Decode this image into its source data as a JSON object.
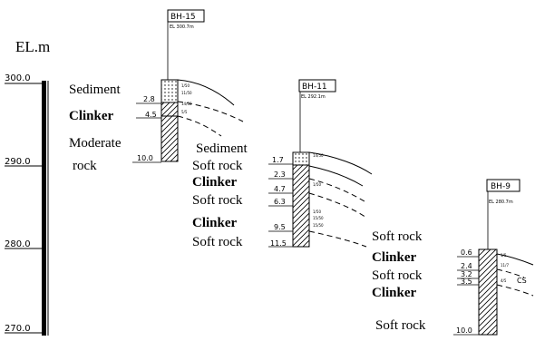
{
  "axis": {
    "title": "EL.m",
    "ticks": [
      {
        "label": "300.0",
        "el": 300
      },
      {
        "label": "290.0",
        "el": 290
      },
      {
        "label": "280.0",
        "el": 280
      },
      {
        "label": "270.0",
        "el": 270
      }
    ]
  },
  "boreholes": [
    {
      "id": "bh15",
      "name": "BH-15",
      "elevation_text": "EL 300.7m",
      "depth_marks": [
        "2.8",
        "4.5",
        "10.0"
      ],
      "spt_notes": [
        "1/50",
        "11/50",
        "14/50",
        "5/5"
      ],
      "layers": [
        {
          "label": "Sediment",
          "bold": false
        },
        {
          "label": "Clinker",
          "bold": true
        },
        {
          "label": "Moderate",
          "bold": false
        },
        {
          "label": "rock",
          "bold": false
        }
      ]
    },
    {
      "id": "bh11",
      "name": "BH-11",
      "elevation_text": "EL 292.1m",
      "depth_marks": [
        "1.7",
        "2.3",
        "4.7",
        "6.3",
        "9.5",
        "11.5"
      ],
      "spt_notes": [
        "14/50",
        "1/50",
        "1/50",
        "15/50",
        "15/50"
      ],
      "layers": [
        {
          "label": "Sediment",
          "bold": false
        },
        {
          "label": "Soft rock",
          "bold": false
        },
        {
          "label": "Clinker",
          "bold": true
        },
        {
          "label": "Soft rock",
          "bold": false
        },
        {
          "label": "Clinker",
          "bold": true
        },
        {
          "label": "Soft rock",
          "bold": false
        }
      ]
    },
    {
      "id": "bh9",
      "name": "BH-9",
      "elevation_text": "EL 280.7m",
      "depth_marks": [
        "0.6",
        "2.4",
        "3.2",
        "3.5",
        "10.0"
      ],
      "spt_notes": [
        "1/5",
        "11/7",
        "4/5",
        "CS"
      ],
      "layers": [
        {
          "label": "Soft rock",
          "bold": false
        },
        {
          "label": "Clinker",
          "bold": true
        },
        {
          "label": "Soft rock",
          "bold": false
        },
        {
          "label": "Clinker",
          "bold": true
        },
        {
          "label": "Soft rock",
          "bold": false
        }
      ]
    }
  ]
}
